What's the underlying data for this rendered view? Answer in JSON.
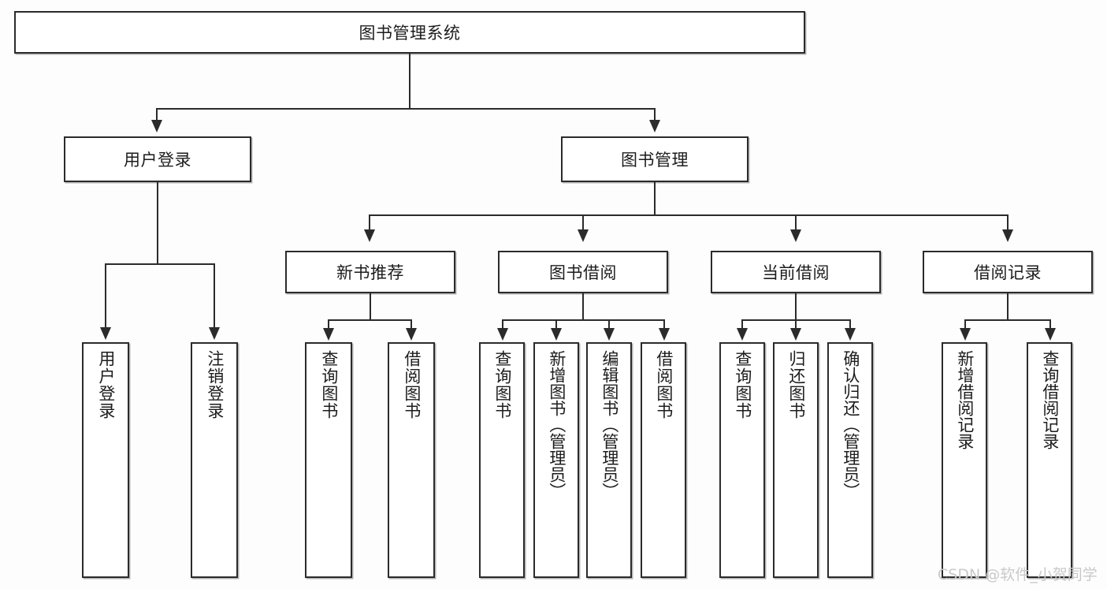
{
  "diagram": {
    "title": "图书管理系统",
    "type": "功能结构图",
    "watermark": "CSDN @软件_小贺同学",
    "colors": {
      "border": "#2b2b2b",
      "box_fill": "#ffffff",
      "background": "#fdfdfd",
      "text": "#1c1c1c",
      "watermark": "#c9c9c9"
    }
  },
  "root": {
    "label": "图书管理系统"
  },
  "level2": [
    {
      "id": "user-login",
      "label": "用户登录"
    },
    {
      "id": "book-management",
      "label": "图书管理"
    }
  ],
  "level3": [
    {
      "id": "new-book-recommend",
      "label": "新书推荐"
    },
    {
      "id": "book-borrow",
      "label": "图书借阅"
    },
    {
      "id": "current-borrow",
      "label": "当前借阅"
    },
    {
      "id": "borrow-record",
      "label": "借阅记录"
    }
  ],
  "leaves": {
    "user_login": [
      {
        "id": "leaf-user-login",
        "label": "用户登录"
      },
      {
        "id": "leaf-logout-login",
        "label": "注销登录"
      }
    ],
    "new_book_recommend": [
      {
        "id": "leaf-query-book-1",
        "label": "查询图书"
      },
      {
        "id": "leaf-borrow-book-1",
        "label": "借阅图书"
      }
    ],
    "book_borrow": [
      {
        "id": "leaf-query-book-2",
        "label": "查询图书"
      },
      {
        "id": "leaf-add-book",
        "label": "新增图书（管理员）"
      },
      {
        "id": "leaf-edit-book",
        "label": "编辑图书（管理员）"
      },
      {
        "id": "leaf-borrow-book-2",
        "label": "借阅图书"
      }
    ],
    "current_borrow": [
      {
        "id": "leaf-query-book-3",
        "label": "查询图书"
      },
      {
        "id": "leaf-return-book",
        "label": "归还图书"
      },
      {
        "id": "leaf-confirm-return",
        "label": "确认归还（管理员）"
      }
    ],
    "borrow_record": [
      {
        "id": "leaf-add-record",
        "label": "新增借阅记录"
      },
      {
        "id": "leaf-query-record",
        "label": "查询借阅记录"
      }
    ]
  }
}
